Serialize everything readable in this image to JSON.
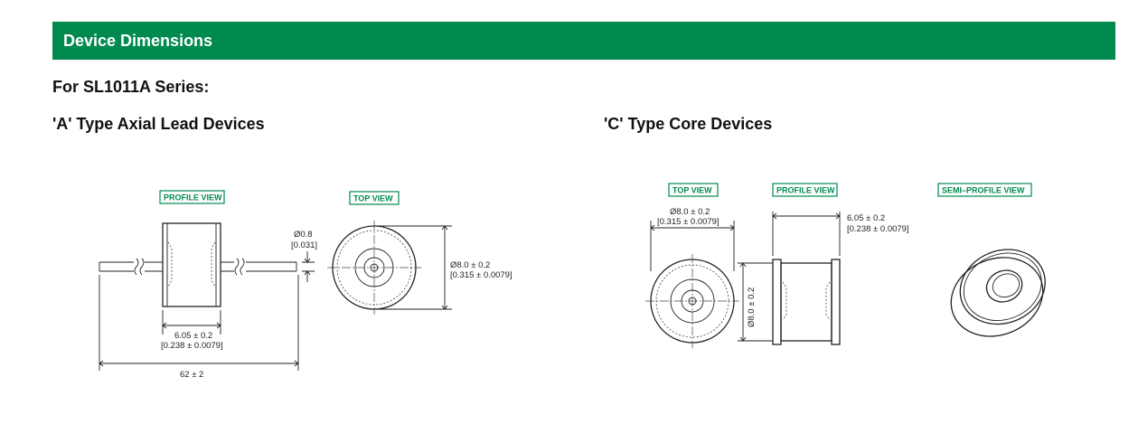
{
  "header": {
    "title": "Device Dimensions"
  },
  "series_heading": "For SL1011A Series:",
  "section_a": {
    "title": "'A' Type Axial Lead Devices",
    "profile_label": "PROFILE VIEW",
    "top_label": "TOP VIEW",
    "lead_dia_mm": "Ø0.8",
    "lead_dia_in": "[0.031]",
    "body_dia_mm": "Ø8.0 ± 0.2",
    "body_dia_in": "[0.315 ± 0.0079]",
    "length_mm": "6.05 ± 0.2",
    "length_in": "[0.238 ± 0.0079]",
    "overall": "62 ± 2"
  },
  "section_c": {
    "title": "'C' Type Core Devices",
    "top_label": "TOP VIEW",
    "profile_label": "PROFILE VIEW",
    "semi_label": "SEMI–PROFILE VIEW",
    "dia_mm": "Ø8.0 ± 0.2",
    "dia_in": "[0.315 ± 0.0079]",
    "length_mm": "6.05 ± 0.2",
    "length_in": "[0.238 ± 0.0079]",
    "side_dia": "Ø8.0 ± 0.2"
  },
  "colors": {
    "brand_green": "#008a4e"
  }
}
